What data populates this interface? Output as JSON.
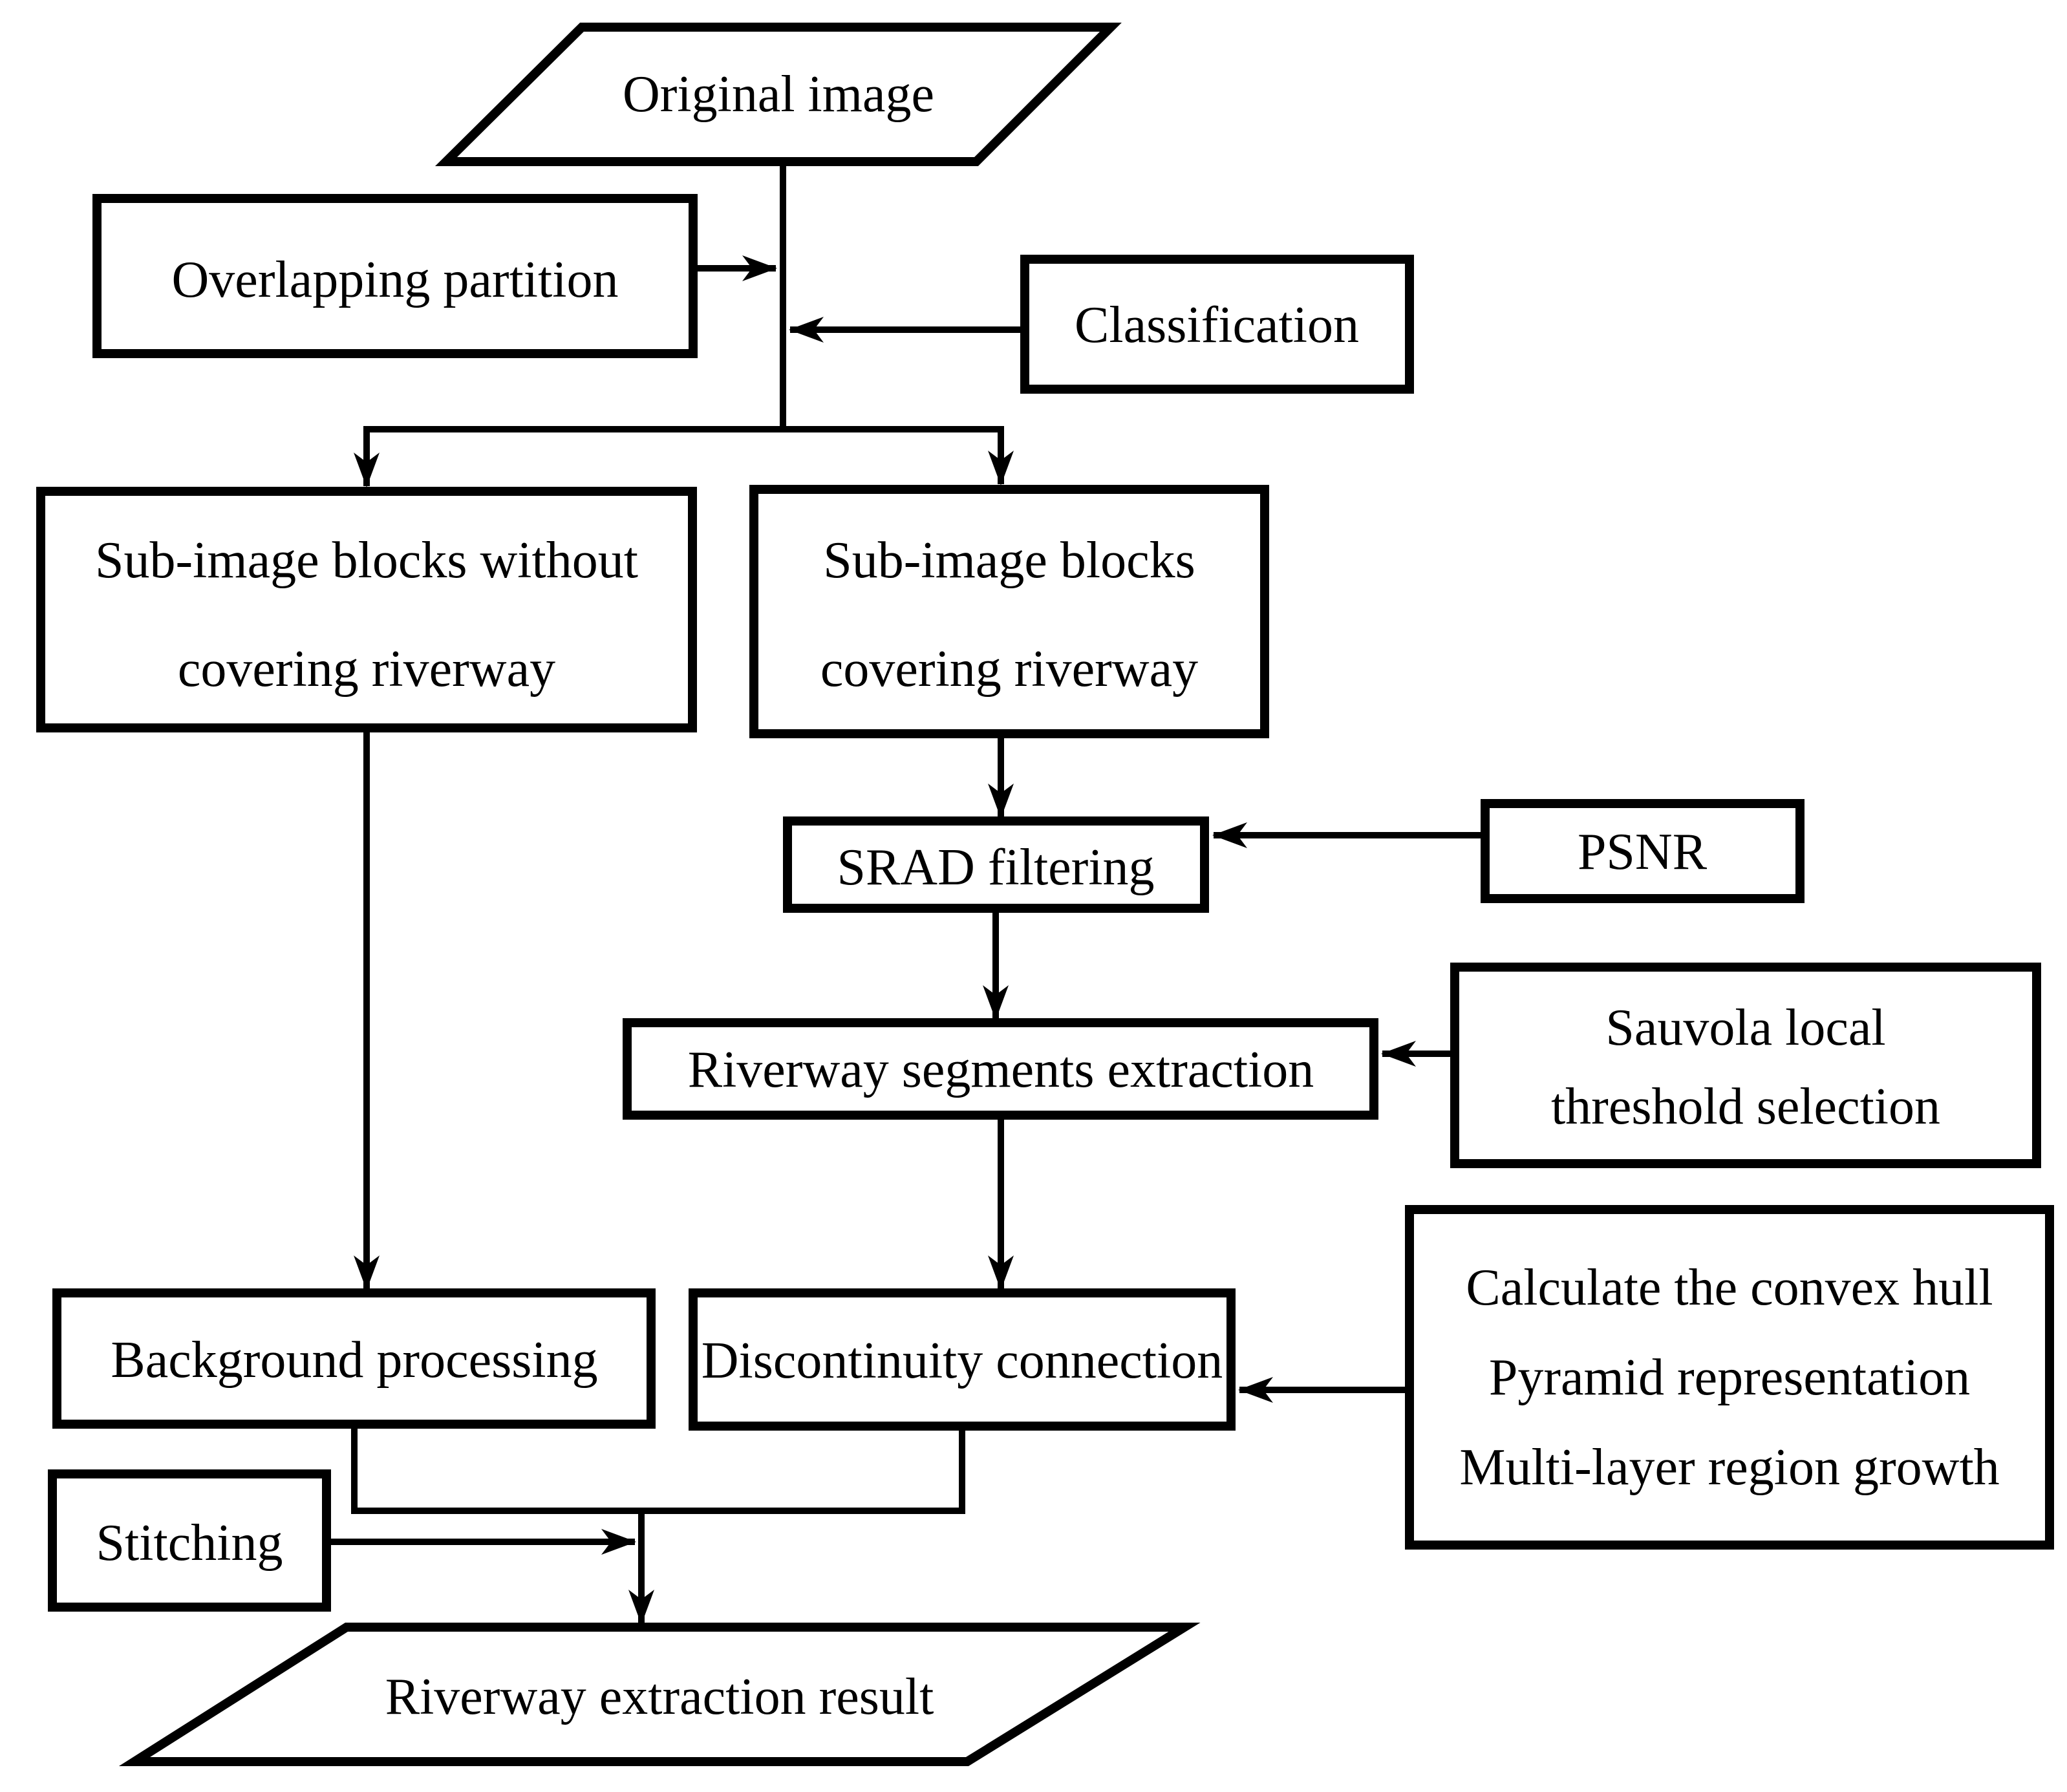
{
  "figure": {
    "background_color": "#ffffff",
    "line_color": "#000000",
    "text_color": "#000000"
  },
  "nodes": {
    "original_image": {
      "shape": "parallelogram",
      "label": "Original image"
    },
    "overlapping_partition": {
      "shape": "rectangle",
      "label": "Overlapping partition"
    },
    "classification": {
      "shape": "rectangle",
      "label": "Classification"
    },
    "sub_image_without": {
      "shape": "rectangle",
      "lines": [
        "Sub-image blocks without",
        "covering riverway"
      ]
    },
    "sub_image_covering": {
      "shape": "rectangle",
      "lines": [
        "Sub-image blocks",
        "covering riverway"
      ]
    },
    "srad_filtering": {
      "shape": "rectangle",
      "label": "SRAD filtering"
    },
    "psnr": {
      "shape": "rectangle",
      "label": "PSNR"
    },
    "riverway_segments_extraction": {
      "shape": "rectangle",
      "label": "Riverway segments extraction"
    },
    "sauvola": {
      "shape": "rectangle",
      "lines": [
        "Sauvola local",
        "threshold selection"
      ]
    },
    "background_processing": {
      "shape": "rectangle",
      "label": "Background processing"
    },
    "discontinuity_connection": {
      "shape": "rectangle",
      "label": "Discontinuity connection"
    },
    "convex_hull": {
      "shape": "rectangle",
      "lines": [
        "Calculate the convex hull",
        "Pyramid representation",
        "Multi-layer region growth"
      ]
    },
    "stitching": {
      "shape": "rectangle",
      "label": "Stitching"
    },
    "riverway_extraction_result": {
      "shape": "parallelogram",
      "label": "Riverway extraction result"
    }
  }
}
